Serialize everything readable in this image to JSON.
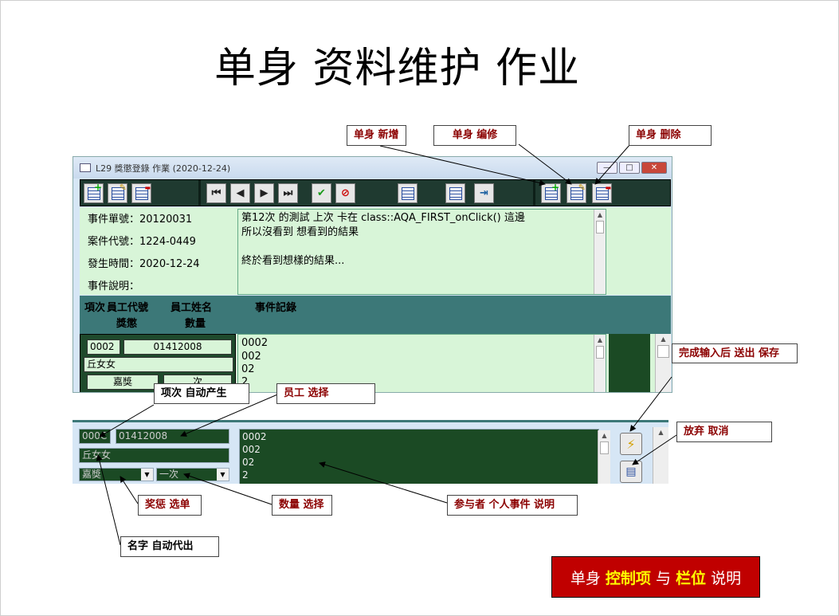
{
  "slide_title": "单身 资料维护 作业",
  "window": {
    "title": "L29 獎懲登錄 作業 (2020-12-24)",
    "minimize_label": "—",
    "maximize_label": "□",
    "close_label": "✕"
  },
  "toolbar": {
    "icons": [
      "add-record-icon",
      "edit-record-icon",
      "delete-record-icon",
      "first-icon",
      "prev-icon",
      "next-icon",
      "last-icon",
      "confirm-icon",
      "cancel-icon",
      "report-icon",
      "print-icon",
      "exit-icon",
      "detail-add-icon",
      "detail-edit-icon",
      "detail-delete-icon"
    ],
    "first": "⏮",
    "prev": "◀",
    "next": "▶",
    "last": "⏭",
    "confirm": "✔",
    "cancel": "⊘",
    "exit": "⇥"
  },
  "form": {
    "event_no_label": "事件單號：",
    "event_no": "20120031",
    "case_code_label": "案件代號：",
    "case_code": "1224-0449",
    "date_label": "發生時間：",
    "date": "2020-12-24",
    "desc_label": "事件說明：",
    "memo_lines": [
      "第12次 的測試 上次 卡在 class::AQA_FIRST_onClick() 這邊",
      "所以沒看到 想看到的結果",
      "",
      "終於看到想樣的結果..."
    ]
  },
  "grid_header": {
    "col1": "項次",
    "col2": "員工代號",
    "col3": "員工姓名",
    "col4": "事件記錄",
    "col5": "獎懲",
    "col6": "數量"
  },
  "row1": {
    "item_no": "0002",
    "emp_id": "01412008",
    "name": "丘女女",
    "award": "嘉獎",
    "qty_partial": "次",
    "record_lines": [
      "0002",
      "002",
      "02",
      "2"
    ]
  },
  "panel2": {
    "item_no": "000C",
    "emp_id": "01412008",
    "name": "丘女女",
    "award": "嘉獎",
    "qty": "一次",
    "record_lines": [
      "0002",
      "002",
      "02",
      "2"
    ],
    "save_icon": "⚡",
    "cancel_icon": "▤"
  },
  "callouts": {
    "add": "单身  新增",
    "edit": "单身  编修",
    "delete": "单身  删除",
    "save_note": "完成输入后  送出  保存",
    "cancel_note": "放弃  取消",
    "item_auto": "项次  自动产生",
    "employee_select": "员工  选择",
    "award_select": "奖惩  选单",
    "qty_select": "数量  选择",
    "participant_note": "参与者  个人事件  说明",
    "name_auto": "名字  自动代出"
  },
  "legend": {
    "part1": "单身",
    "part2": "控制项",
    "part3": "与",
    "part4": "栏位",
    "part5": "说明"
  },
  "colors": {
    "legend_bg": "#c00000",
    "highlight": "#ffff00",
    "grid_dark": "#1b4a24",
    "form_green": "#d8f5d8",
    "header_teal": "#3c7878"
  }
}
